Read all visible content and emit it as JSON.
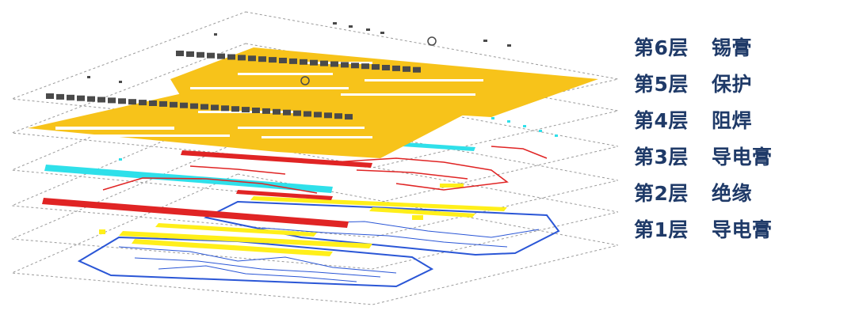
{
  "layers": [
    {
      "id": 6,
      "label": "第6层",
      "material": "锡膏",
      "color": "#4a4a4a"
    },
    {
      "id": 5,
      "label": "第5层",
      "material": "保护",
      "color": "#f7c31a"
    },
    {
      "id": 4,
      "label": "第4层",
      "material": "阻焊",
      "color": "#f7c31a"
    },
    {
      "id": 3,
      "label": "第3层",
      "material": "导电膏",
      "color": "#e02424"
    },
    {
      "id": 2,
      "label": "第2层",
      "material": "绝缘",
      "color": "#2fe0ea"
    },
    {
      "id": 1,
      "label": "第1层",
      "material": "导电膏",
      "color": "#2a56d6"
    }
  ],
  "colors": {
    "label_text": "#1f3a68",
    "frame_dash": "#9a9a9a",
    "insulation_yellow": "#ffef1a"
  }
}
